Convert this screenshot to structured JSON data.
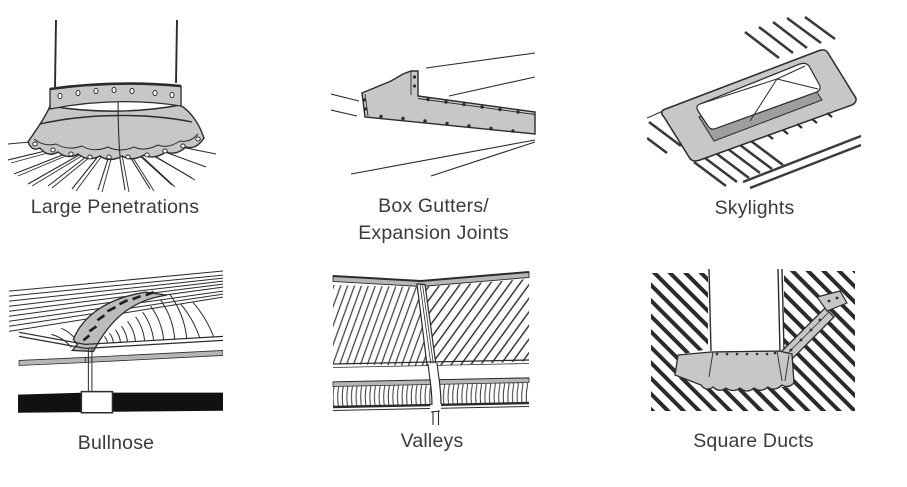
{
  "page": {
    "background": "#ffffff"
  },
  "palette": {
    "line": "#2b2b2b",
    "flashing_gray": "#c7c7c7",
    "mid_gray": "#b6b6b6",
    "black_band": "#111111",
    "label_color": "#3b3b3b"
  },
  "figures": [
    {
      "id": "large-penetrations",
      "illustration_name": "large-penetrations-illustration",
      "lines": [
        "Large Penetrations"
      ]
    },
    {
      "id": "box-gutters-expansion-joints",
      "illustration_name": "box-gutters-expansion-joints-illustration",
      "lines": [
        "Box Gutters/",
        "Expansion Joints"
      ]
    },
    {
      "id": "skylights",
      "illustration_name": "skylights-illustration",
      "lines": [
        "Skylights"
      ]
    },
    {
      "id": "bullnose",
      "illustration_name": "bullnose-illustration",
      "lines": [
        "Bullnose"
      ]
    },
    {
      "id": "valleys",
      "illustration_name": "valleys-illustration",
      "lines": [
        "Valleys"
      ]
    },
    {
      "id": "square-ducts",
      "illustration_name": "square-ducts-illustration",
      "lines": [
        "Square Ducts"
      ]
    }
  ]
}
